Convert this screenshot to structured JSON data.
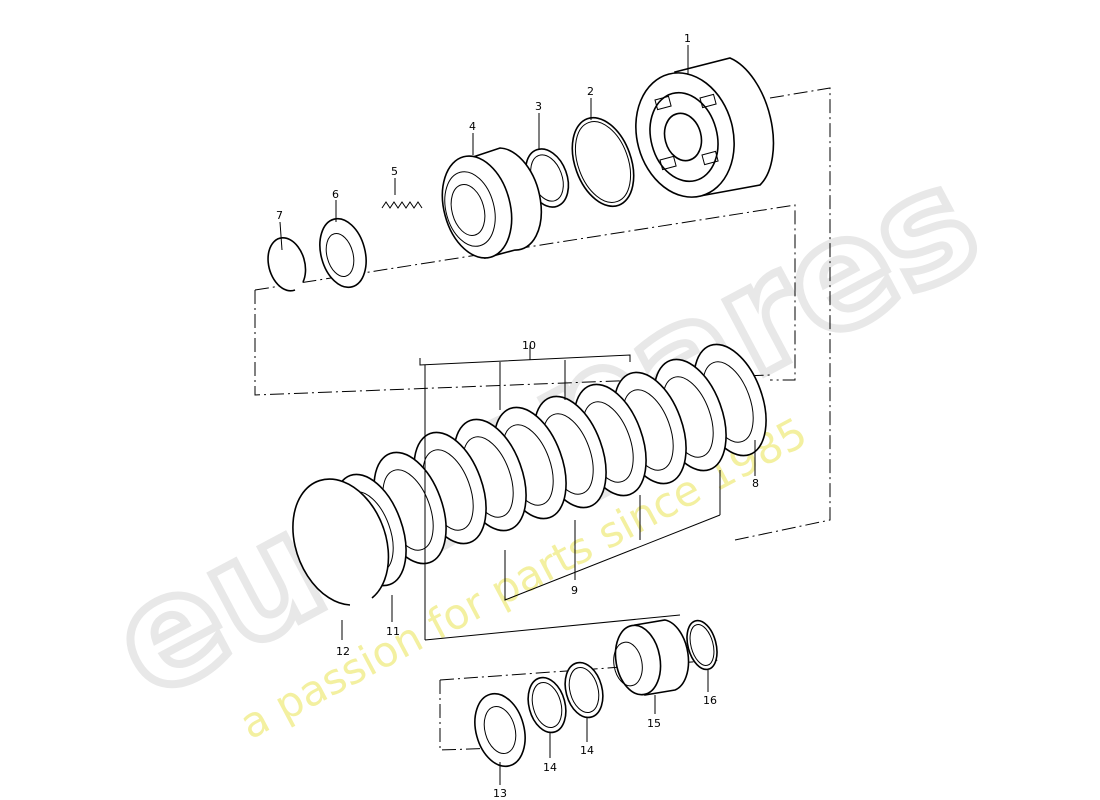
{
  "callouts": [
    {
      "id": "1",
      "text": "1"
    },
    {
      "id": "2",
      "text": "2"
    },
    {
      "id": "3",
      "text": "3"
    },
    {
      "id": "4",
      "text": "4"
    },
    {
      "id": "5",
      "text": "5"
    },
    {
      "id": "6",
      "text": "6"
    },
    {
      "id": "7",
      "text": "7"
    },
    {
      "id": "8",
      "text": "8"
    },
    {
      "id": "9",
      "text": "9"
    },
    {
      "id": "10",
      "text": "10"
    },
    {
      "id": "11",
      "text": "11"
    },
    {
      "id": "12",
      "text": "12"
    },
    {
      "id": "13",
      "text": "13"
    },
    {
      "id": "14a",
      "text": "14"
    },
    {
      "id": "14b",
      "text": "14"
    },
    {
      "id": "15",
      "text": "15"
    },
    {
      "id": "16",
      "text": "16"
    }
  ],
  "watermark": {
    "brand": "eurospares",
    "tagline": "a passion for parts since 1985",
    "colors": {
      "brand": "#e6e6e6",
      "tagline": "#f3f0a0"
    }
  }
}
